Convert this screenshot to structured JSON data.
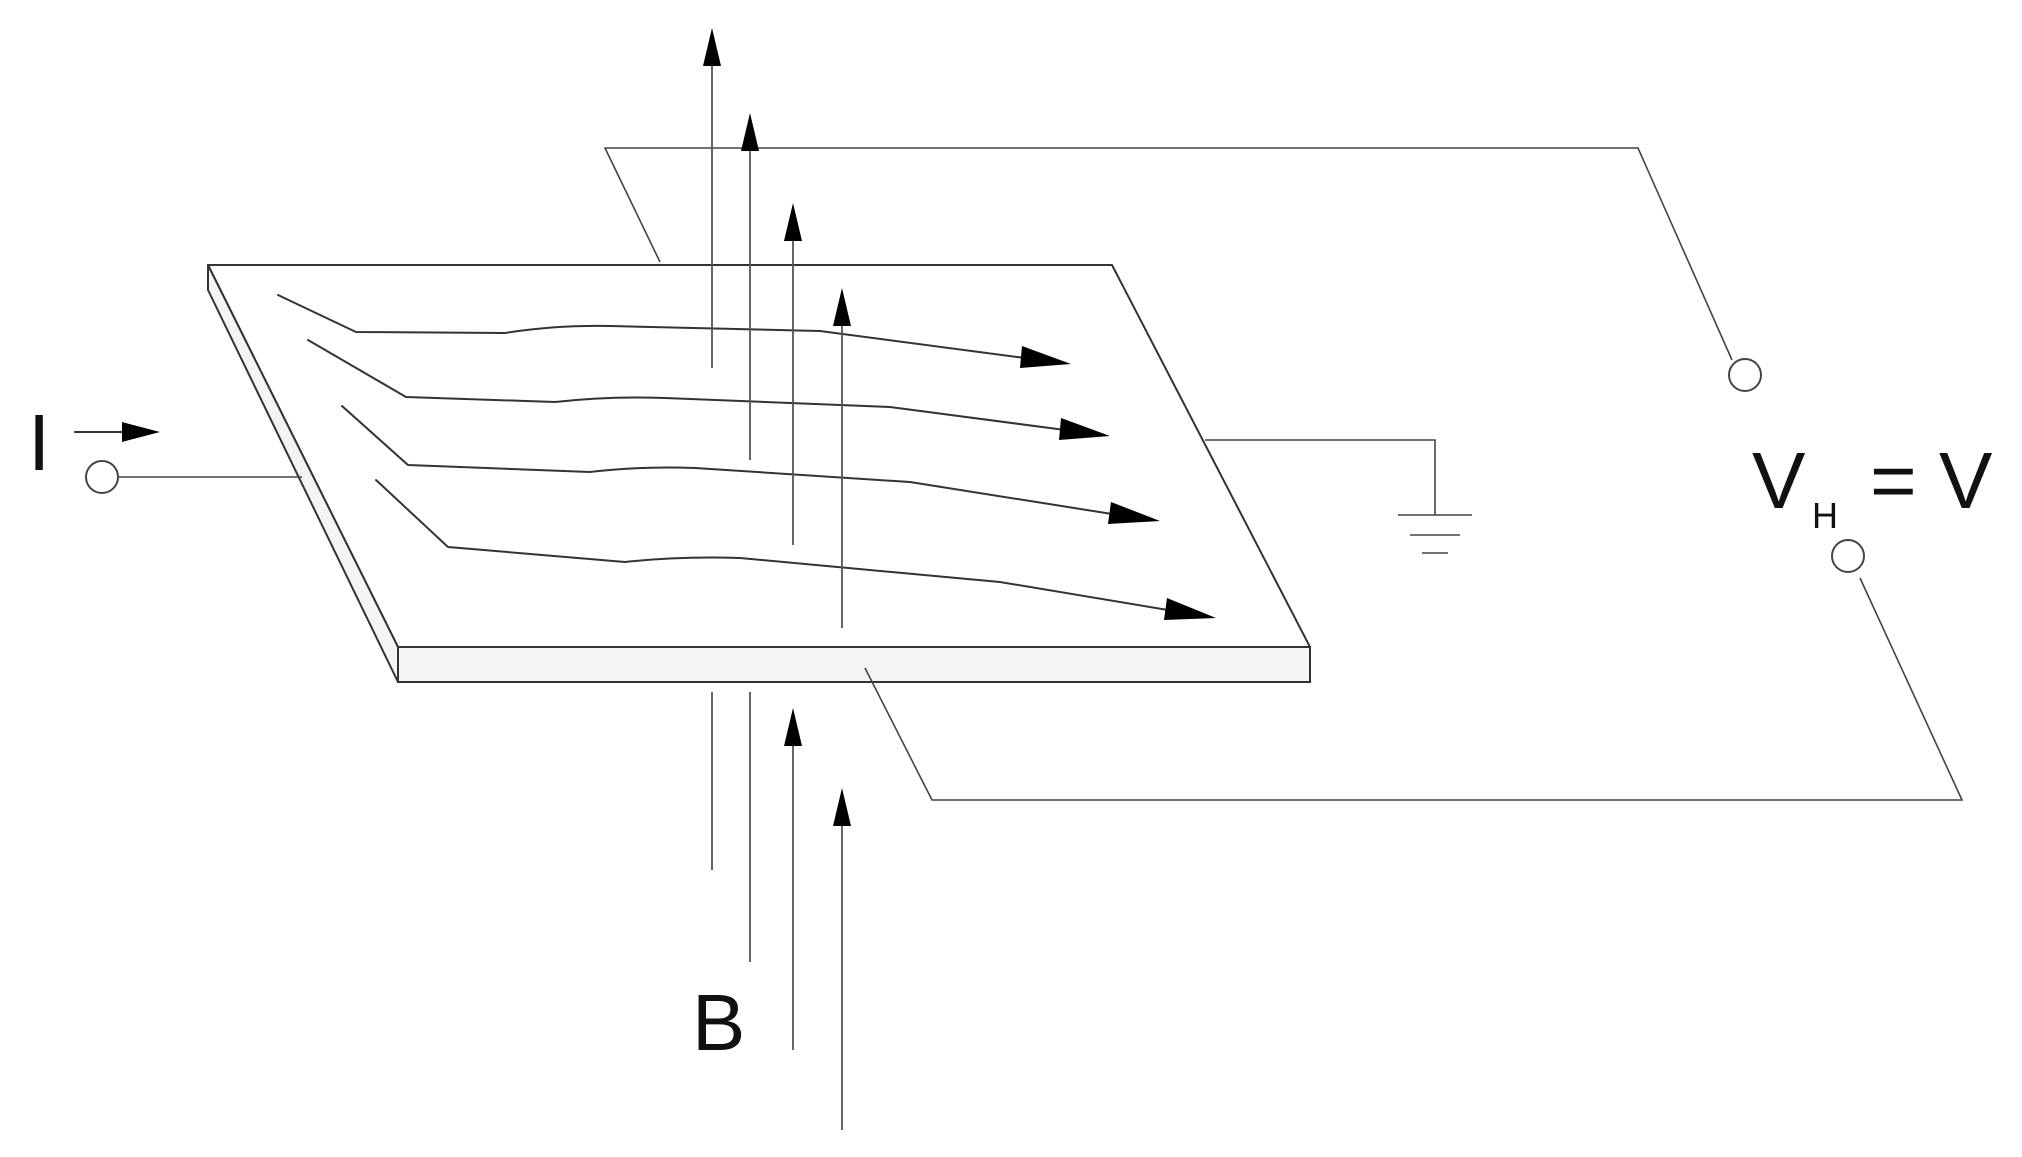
{
  "labels": {
    "current": "I",
    "field": "B",
    "hall_voltage_main": "V",
    "hall_voltage_sub": "H",
    "hall_voltage_rhs": "= V"
  },
  "colors": {
    "line": "#333333",
    "arrowhead": "#000000",
    "background": "#ffffff"
  }
}
